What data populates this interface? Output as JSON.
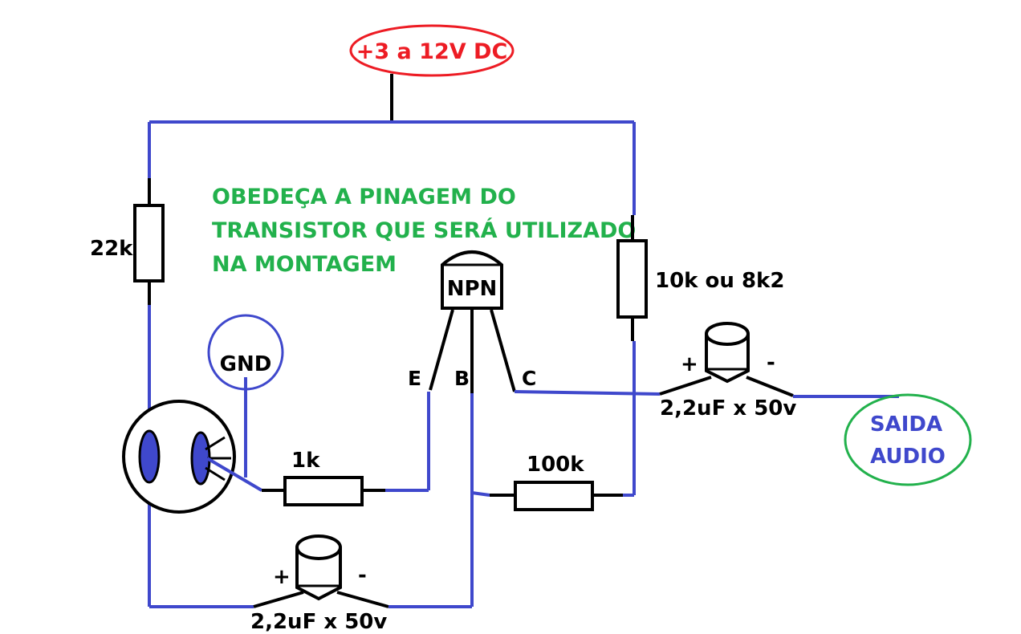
{
  "supply_label": "+3 a 12V DC",
  "note": {
    "line1": "OBEDEÇA A PINAGEM DO",
    "line2": "TRANSISTOR QUE SERÁ UTILIZADO",
    "line3": "NA MONTAGEM"
  },
  "transistor": {
    "label": "NPN",
    "pin_e": "E",
    "pin_b": "B",
    "pin_c": "C"
  },
  "resistors": {
    "r_22k": "22k",
    "r_10k": "10k ou 8k2",
    "r_1k": "1k",
    "r_100k": "100k"
  },
  "gnd_label": "GND",
  "cap_output": {
    "plus": "+",
    "minus": "-",
    "value": "2,2uF x 50v"
  },
  "cap_input": {
    "plus": "+",
    "minus": "-",
    "value": "2,2uF x 50v"
  },
  "output_label": {
    "line1": "SAIDA",
    "line2": "AUDIO"
  },
  "colors": {
    "wire": "#3f48cc",
    "black": "#000000",
    "supply": "#ed1c24",
    "note": "#22b14c",
    "output_ring": "#22b14c",
    "output_text": "#3f48cc"
  }
}
